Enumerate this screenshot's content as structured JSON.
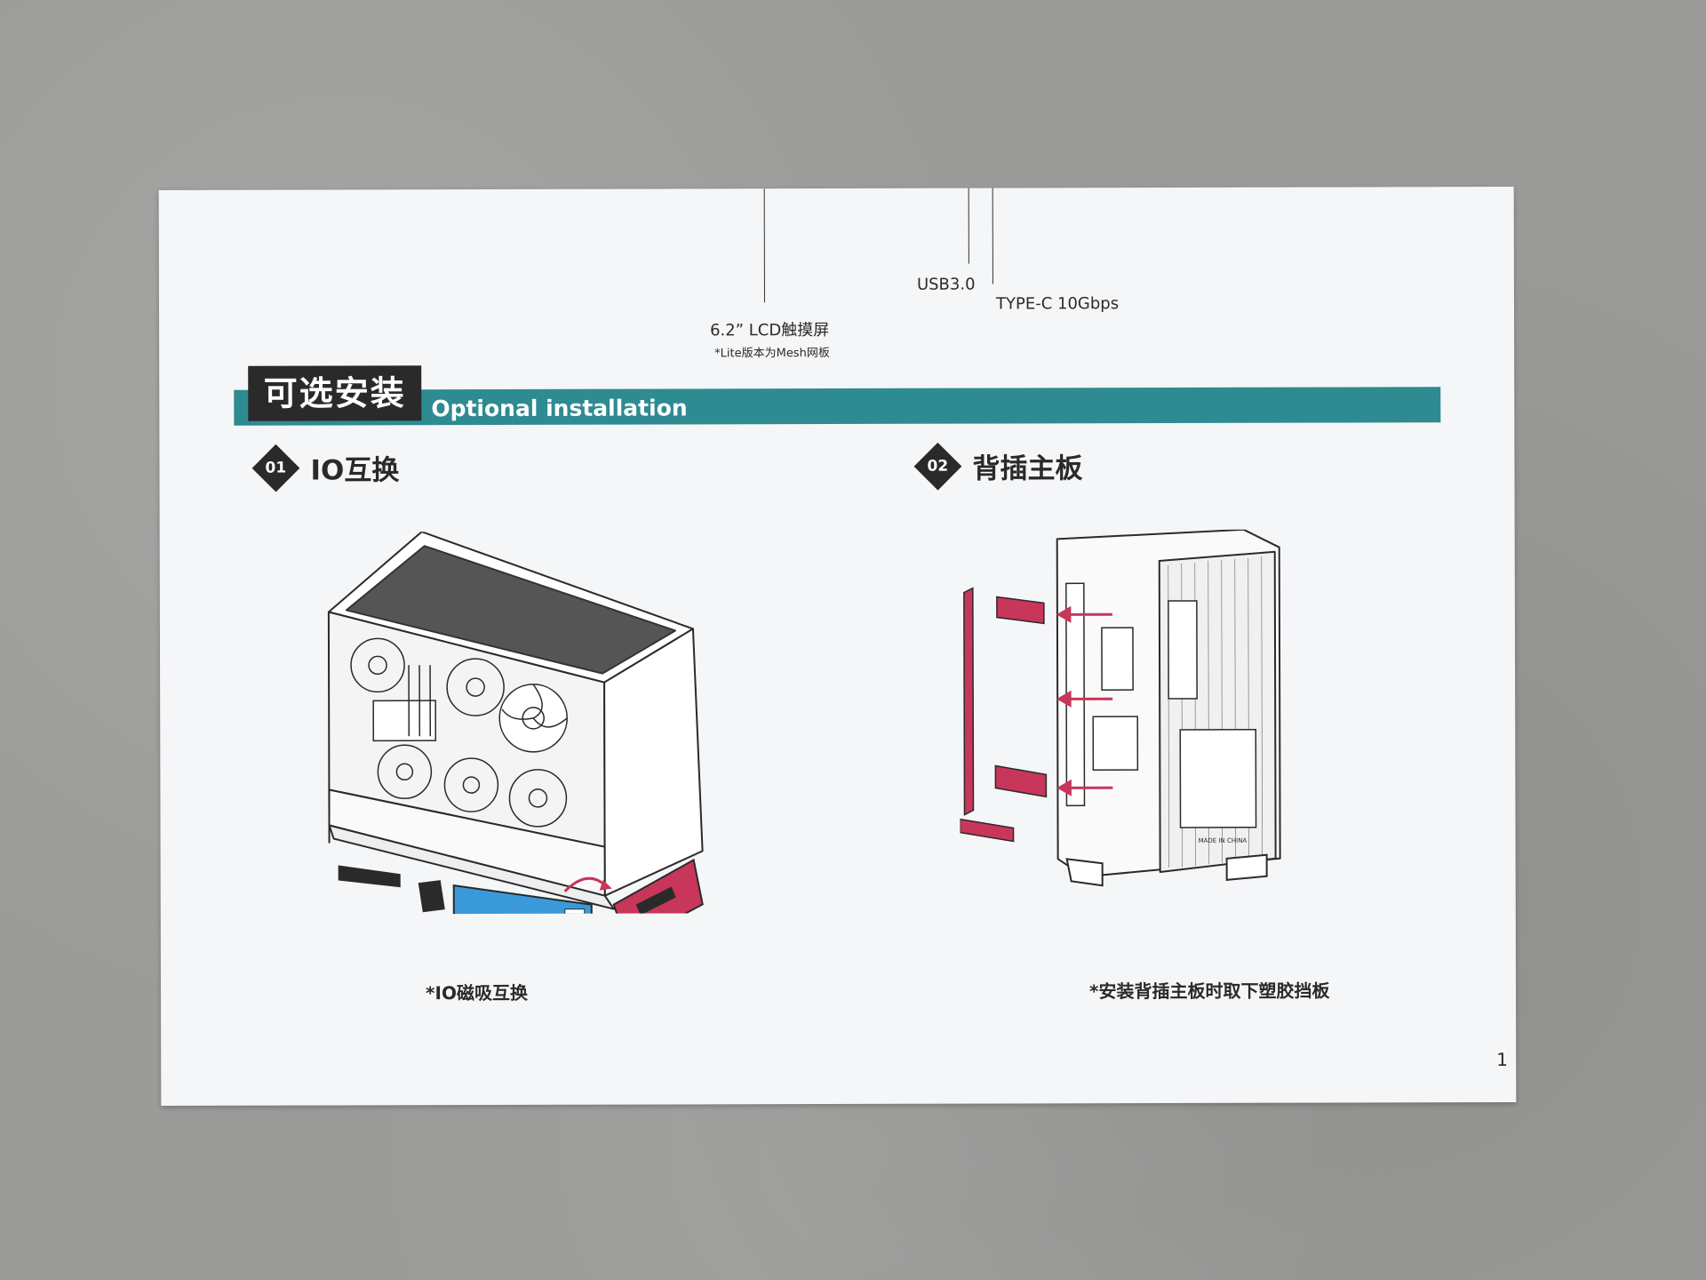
{
  "callouts": {
    "lcd": "6.2”  LCD触摸屏",
    "lite_note": "*Lite版本为Mesh网板",
    "usb": "USB3.0",
    "typec": "TYPE-C  10Gbps"
  },
  "section": {
    "title_cn": "可选安装",
    "title_en": "Optional installation"
  },
  "steps": [
    {
      "number": "01",
      "title": "IO互换",
      "caption": "*IO磁吸互换"
    },
    {
      "number": "02",
      "title": "背插主板",
      "caption": "*安装背插主板时取下塑胶挡板"
    }
  ],
  "illustration_labels": {
    "made_in": "MADE IN CHINA"
  },
  "page_number": "1",
  "colors": {
    "teal_banner": "#2e8b91",
    "dark_label": "#2a2a2a",
    "magenta_part": "#c8365a",
    "blue_part": "#3a9ad9"
  }
}
